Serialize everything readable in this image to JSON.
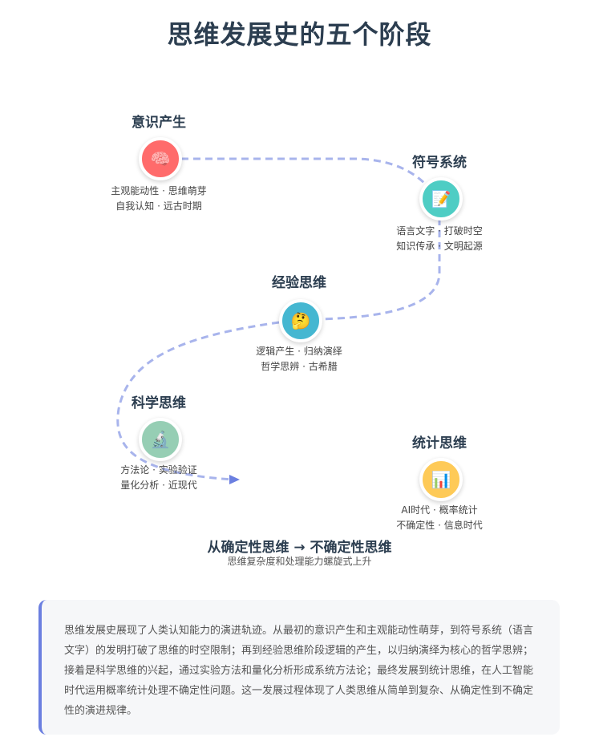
{
  "title": "思维发展史的五个阶段",
  "stages": [
    {
      "title": "意识产生",
      "icon": "brain-icon",
      "glyph": "🧠",
      "color": "#ff6b6b",
      "desc": [
        "主观能动性 · 思维萌芽",
        "自我认知 · 远古时期"
      ]
    },
    {
      "title": "符号系统",
      "icon": "memo-icon",
      "glyph": "📝",
      "color": "#4ecdc4",
      "desc": [
        "语言文字 · 打破时空",
        "知识传承 · 文明起源"
      ]
    },
    {
      "title": "经验思维",
      "icon": "thinking-face-icon",
      "glyph": "🤔",
      "color": "#45b7d1",
      "desc": [
        "逻辑产生 · 归纳演绎",
        "哲学思辨 · 古希腊"
      ]
    },
    {
      "title": "科学思维",
      "icon": "microscope-icon",
      "glyph": "🔬",
      "color": "#96ceb4",
      "desc": [
        "方法论 · 实验验证",
        "量化分析 · 近现代"
      ]
    },
    {
      "title": "统计思维",
      "icon": "bar-chart-icon",
      "glyph": "📊",
      "color": "#feca57",
      "desc": [
        "AI时代 · 概率统计",
        "不确定性 · 信息时代"
      ]
    }
  ],
  "path_color": "#a8b4ec",
  "arrow_color": "#6b7fe0",
  "summary": {
    "title": "从确定性思维 → 不确定性思维",
    "subtitle": "思维复杂度和处理能力螺旋式上升"
  },
  "conclusion": "思维发展史展现了人类认知能力的演进轨迹。从最初的意识产生和主观能动性萌芽，到符号系统（语言文字）的发明打破了思维的时空限制；再到经验思维阶段逻辑的产生，以归纳演绎为核心的哲学思辨；接着是科学思维的兴起，通过实验方法和量化分析形成系统方法论；最终发展到统计思维，在人工智能时代运用概率统计处理不确定性问题。这一发展过程体现了人类思维从简单到复杂、从确定性到不确定性的演进规律。"
}
